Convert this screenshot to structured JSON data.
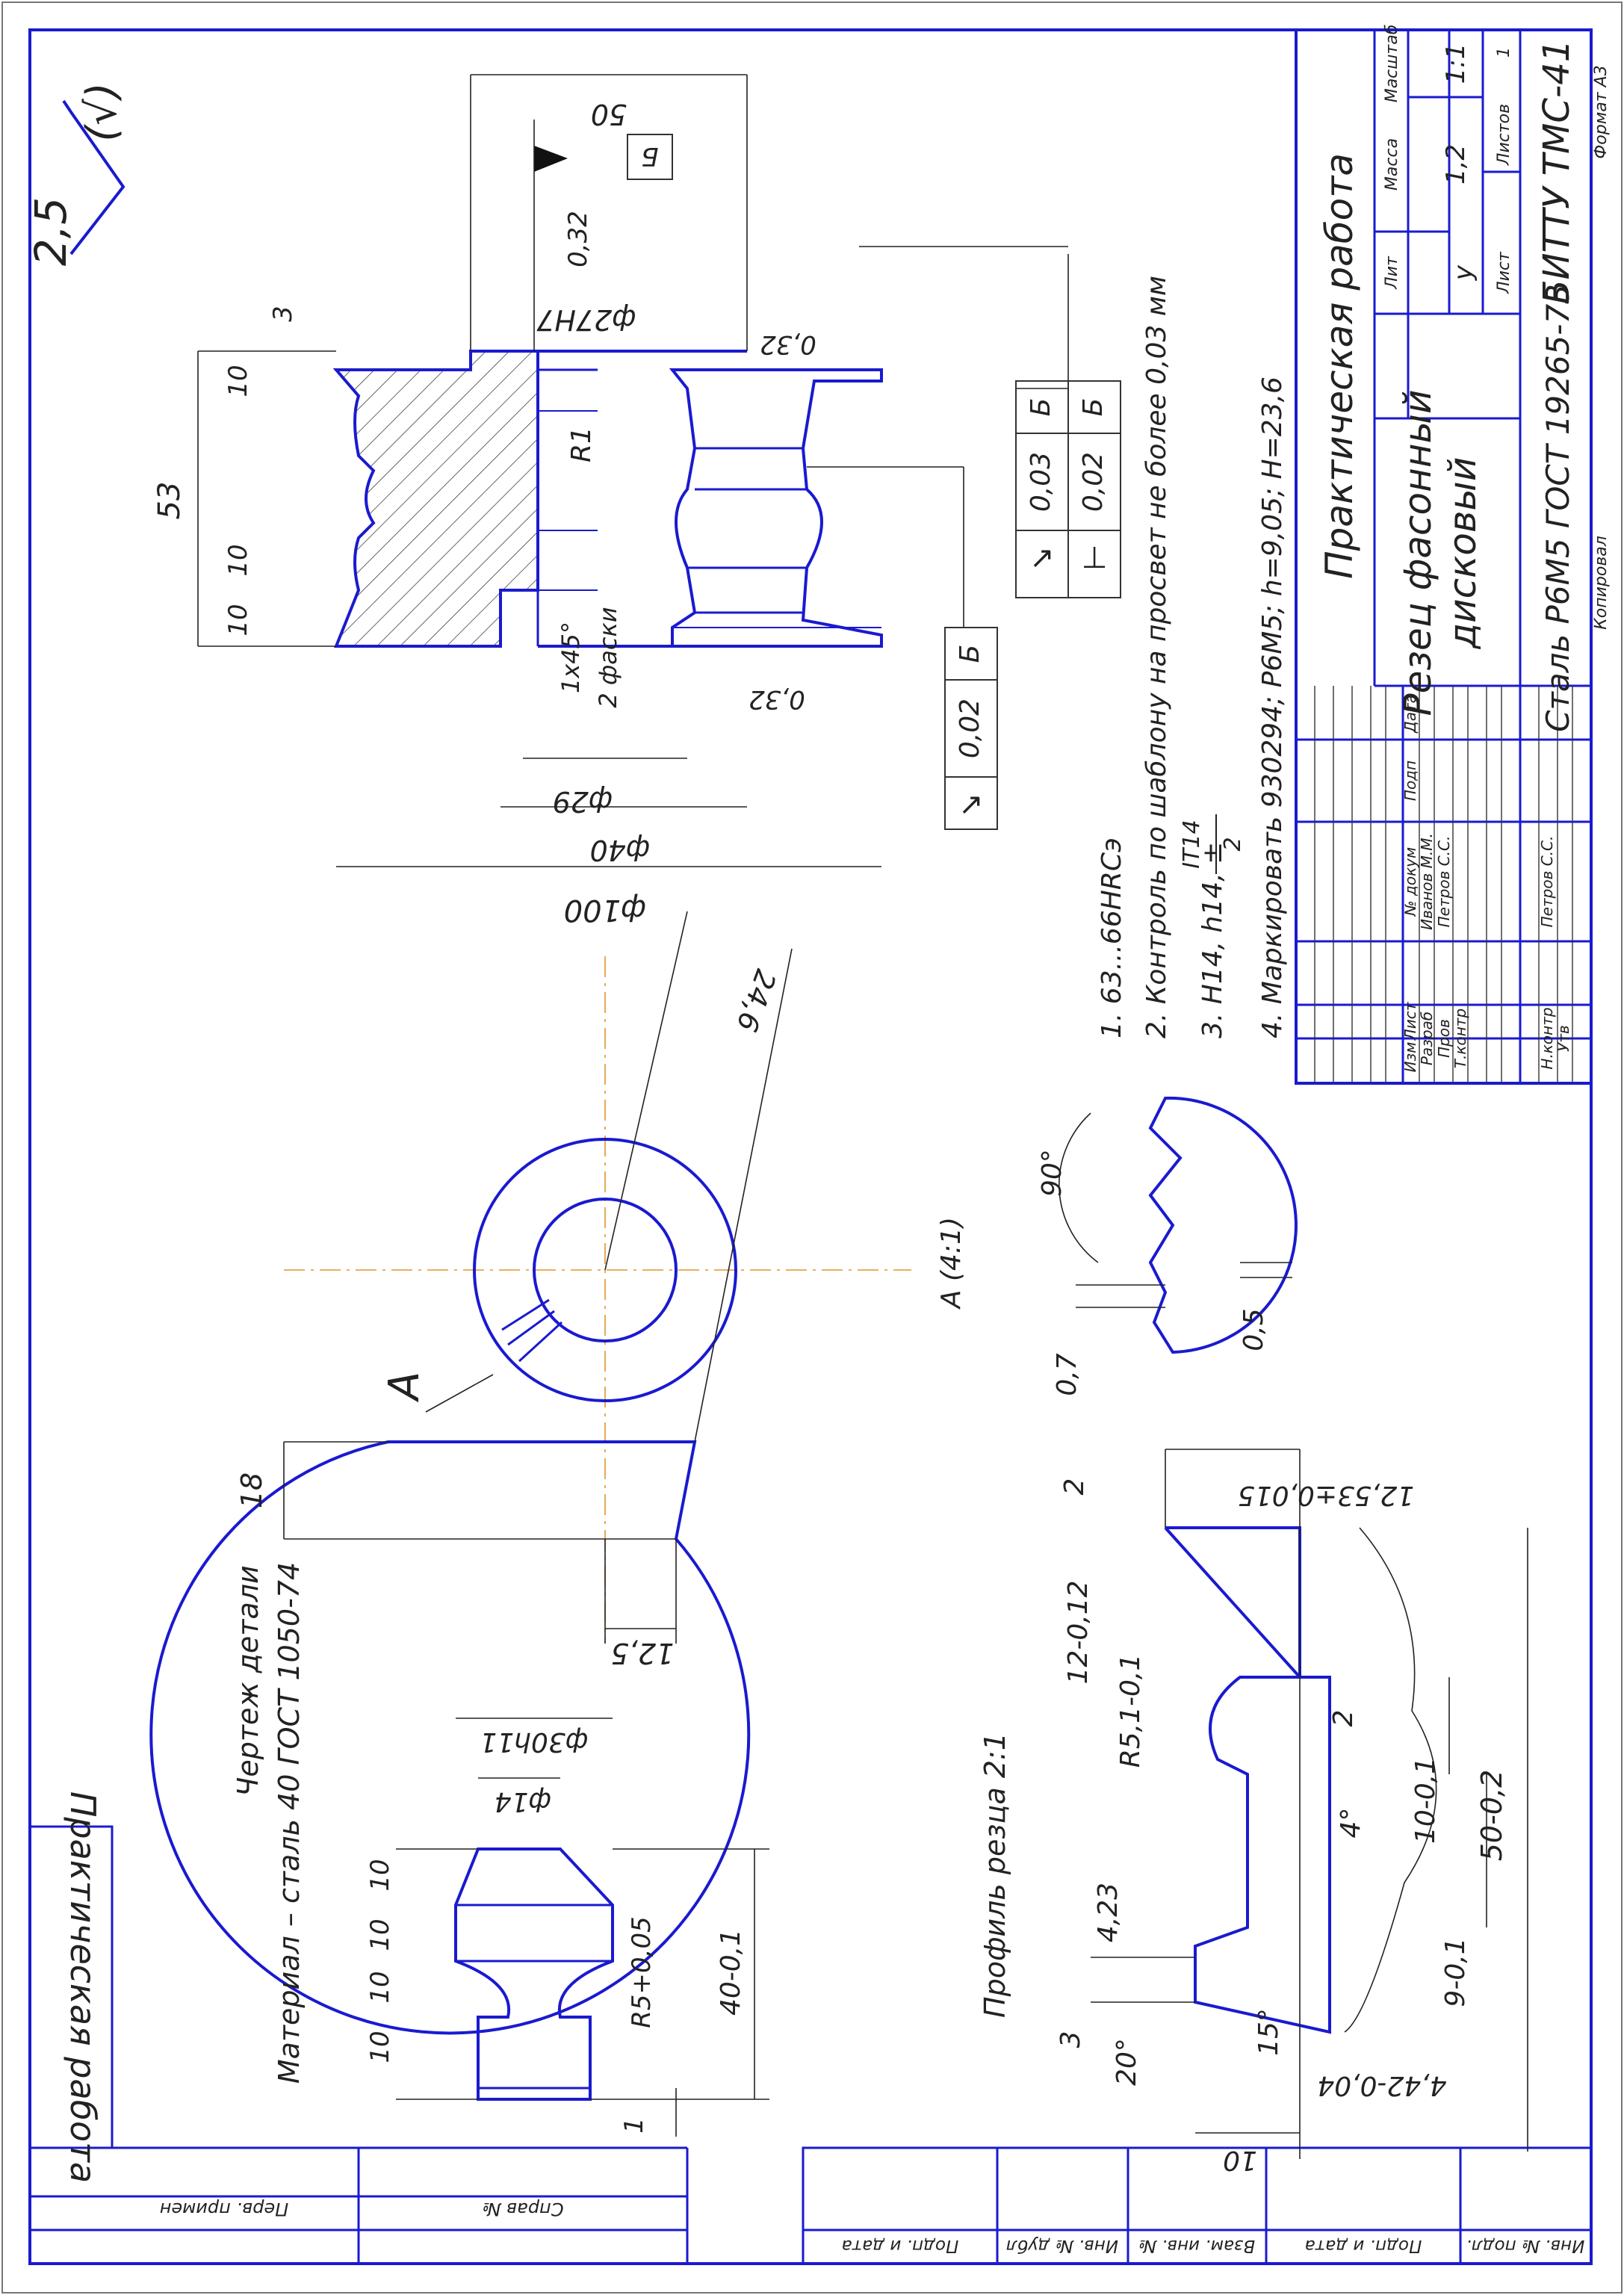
{
  "title_block": {
    "doc_title": "Практическая работа",
    "part_name_1": "Резец фасонный",
    "part_name_2": "дисковый",
    "material": "Сталь Р6М5 ГОСТ 19265-73",
    "org": "БИТТУ ТМС-41",
    "col_lit": "Лит",
    "col_mass": "Масса",
    "col_scale": "Масштаб",
    "lit_value": "у",
    "mass": "1,2",
    "scale": "1:1",
    "sheet_label": "Лист",
    "sheets_label": "Листов",
    "sheets_count": "1",
    "copied": "Копировал",
    "format": "Формат А3",
    "roles": [
      "Изм",
      "Лист",
      "№ докум",
      "Подп",
      "Дата"
    ],
    "signers": [
      {
        "role": "Разраб",
        "name": "Иванов М.М."
      },
      {
        "role": "Пров",
        "name": "Петров С.С."
      },
      {
        "role": "Т.контр",
        "name": ""
      },
      {
        "role": "Н.контр",
        "name": "Петров С.С."
      },
      {
        "role": "Утв",
        "name": ""
      }
    ]
  },
  "side_label": "Практическая работа",
  "left_strip": [
    "Перв. примен",
    "Справ №"
  ],
  "bottom_strip": [
    "Подп. и дата",
    "Инв. № дубл",
    "Взам. инв. №",
    "Подп. и дата",
    "Инв. № подл."
  ],
  "roughness": {
    "value": "2,5",
    "other": "(√)"
  },
  "notes": [
    "1. 63...66HRCэ",
    "2. Контроль по шаблону на просвет не более 0,03 мм",
    "3. H14, h14, ±",
    "IT14",
    "2",
    "4. Маркировать 930294; Р6М5; h=9,05; H=23,6"
  ],
  "tolerances": [
    {
      "symbol": "↗",
      "value": "0,03",
      "base": "Б"
    },
    {
      "symbol": "⊥",
      "value": "0,02",
      "base": "Б"
    },
    {
      "symbol": "↗",
      "value": "0,02",
      "base": "Б"
    }
  ],
  "section_dims": [
    "50",
    "Б",
    "0,32",
    "ф27Н7",
    "0,32",
    "3",
    "10",
    "53",
    "10",
    "10",
    "10",
    "R1",
    "1х45°",
    "2 фаски",
    "0,32",
    "ф29",
    "ф40",
    "ф100"
  ],
  "front_view": {
    "dims": [
      "24,6",
      "18",
      "12,5"
    ],
    "view_label": "A",
    "detail_label": "A (4:1)"
  },
  "detail_dims": [
    "90°",
    "0,7",
    "0,5"
  ],
  "part_drawing": {
    "title": "Чертеж детали",
    "material": "Материал – сталь 40 ГОСТ 1050-74",
    "dims": [
      "ф30h11",
      "ф14",
      "10",
      "10",
      "10",
      "10",
      "R5+0,05",
      "40-0,1",
      "1"
    ]
  },
  "profile": {
    "title": "Профиль резца 2:1",
    "dims": [
      "2",
      "12,53±0,015",
      "12-0,12",
      "R5,1-0,1",
      "2",
      "4°",
      "10-0,1",
      "50-0,2",
      "9-0,1",
      "4,23",
      "3",
      "20°",
      "15°",
      "4,42-0,04",
      "10"
    ]
  }
}
